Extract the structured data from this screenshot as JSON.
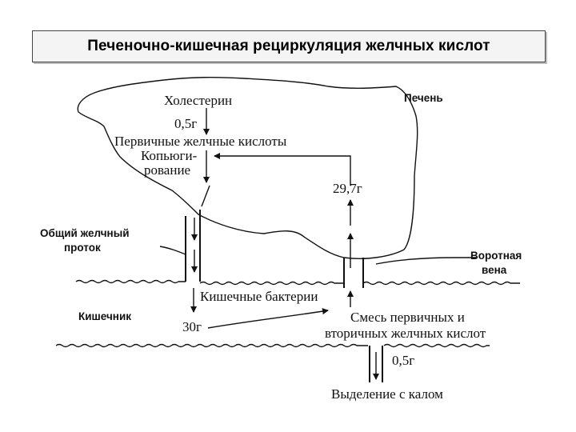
{
  "title": "Печеночно-кишечная рециркуляция желчных кислот",
  "labels": {
    "cholesterol": "Холестерин",
    "liver": "Печень",
    "amount_top": "0,5г",
    "primary_acids": "Первичные желчные кислоты",
    "conjugation_1": "Копьюги-",
    "conjugation_2": "рование",
    "portal_amount": "29,7г",
    "bile_duct_1": "Общий желчный",
    "bile_duct_2": "проток",
    "portal_vein_1": "Воротная",
    "portal_vein_2": "вена",
    "bacteria": "Кишечные бактерии",
    "intestine": "Кишечник",
    "amount_intestine": "30г",
    "mixture_1": "Смесь первичных и",
    "mixture_2": "вторичных желчных кислот",
    "amount_bottom": "0,5г",
    "excretion": "Выделение с калом"
  }
}
